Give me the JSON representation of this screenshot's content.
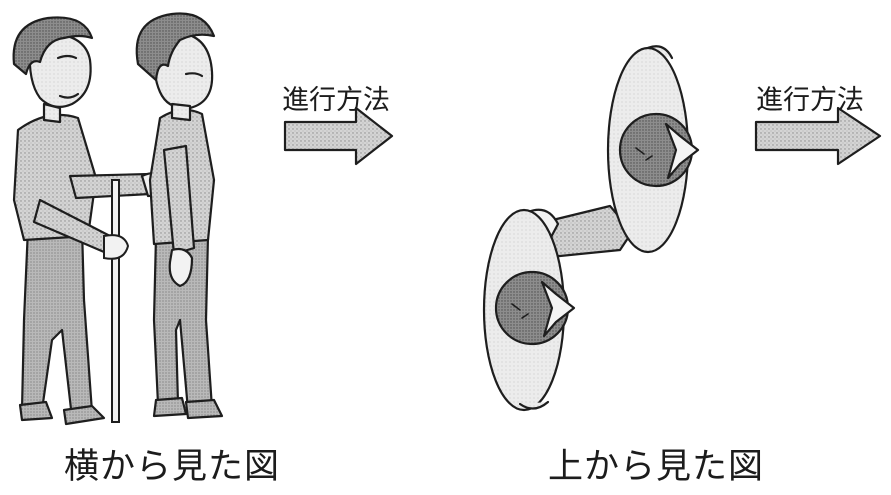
{
  "panels": {
    "side": {
      "caption": "横から見た図",
      "arrow_label": "進行方法"
    },
    "top": {
      "caption": "上から見た図",
      "arrow_label": "進行方法"
    }
  }
}
